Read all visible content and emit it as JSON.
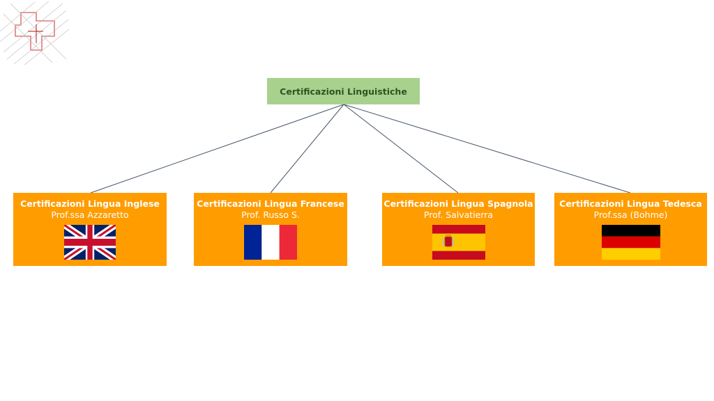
{
  "root": {
    "label": "Certificazioni Linguistiche"
  },
  "children": [
    {
      "title": "Certificazioni Lingua Inglese",
      "teacher": "Prof.ssa Azzaretto",
      "flag": "uk-flag-icon"
    },
    {
      "title": "Certificazioni Lingua Francese",
      "teacher": "Prof. Russo S.",
      "flag": "france-flag-icon"
    },
    {
      "title": "Certificazioni Lingua Spagnola",
      "teacher": "Prof. Salvatierra",
      "flag": "spain-flag-icon"
    },
    {
      "title": "Certificazioni Lingua Tedesca",
      "teacher": "Prof.ssa (Bohme)",
      "flag": "germany-flag-icon"
    }
  ],
  "colors": {
    "root_fill": "#a9d18e",
    "child_fill": "#ff9c00",
    "connector": "#44546a"
  }
}
